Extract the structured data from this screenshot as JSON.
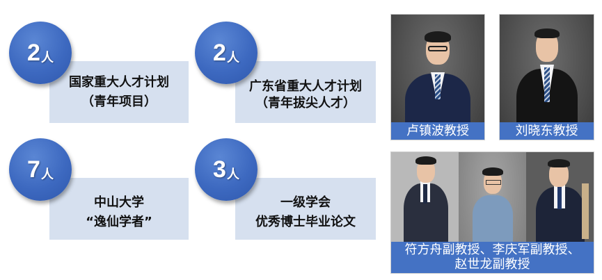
{
  "stats": [
    {
      "number": "2",
      "unit": "人",
      "line1": "国家重大人才计划",
      "line2": "（青年项目）"
    },
    {
      "number": "2",
      "unit": "人",
      "line1": "广东省重大人才计划",
      "line2": "（青年拔尖人才）"
    },
    {
      "number": "7",
      "unit": "人",
      "line1": "中山大学",
      "line2": "“逸仙学者”"
    },
    {
      "number": "3",
      "unit": "人",
      "line1": "一级学会",
      "line2": "优秀博士毕业论文"
    }
  ],
  "photos": [
    {
      "caption": "卢镇波教授"
    },
    {
      "caption": "刘晓东教授"
    }
  ],
  "group_photo": {
    "caption_line1": "符方舟副教授、李庆军副教授、",
    "caption_line2": "赵世龙副教授"
  },
  "colors": {
    "circle_blue": "#3d69c0",
    "box_fill": "#d6e0ef",
    "caption_blue": "#4472c4"
  }
}
